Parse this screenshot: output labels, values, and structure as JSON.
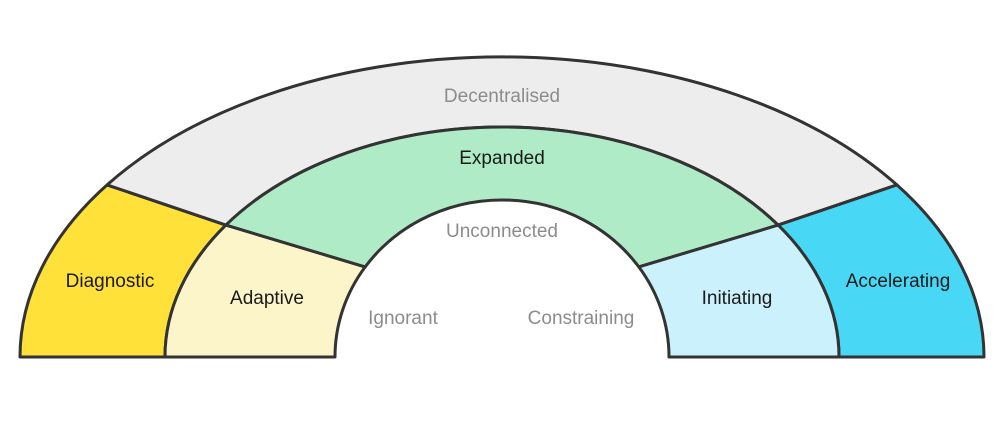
{
  "diagram": {
    "type": "arch-maturity-model",
    "outer_ring": [
      {
        "label": "Diagnostic",
        "color": "#FFE13A"
      },
      {
        "label": "Decentralised",
        "color": "#EDEDED"
      },
      {
        "label": "Accelerating",
        "color": "#49D7F6"
      }
    ],
    "inner_ring": [
      {
        "label": "Adaptive",
        "color": "#FCF5C9"
      },
      {
        "label": "Expanded",
        "color": "#AFEBC6"
      },
      {
        "label": "Initiating",
        "color": "#CBF1FC"
      }
    ],
    "center_labels": [
      {
        "label": "Unconnected"
      },
      {
        "label": "Ignorant"
      },
      {
        "label": "Constraining"
      }
    ]
  },
  "colors": {
    "outline": "#333333",
    "label_dark": "#1A1A1A",
    "label_muted": "#8C8C8C",
    "background": "#FFFFFF"
  }
}
